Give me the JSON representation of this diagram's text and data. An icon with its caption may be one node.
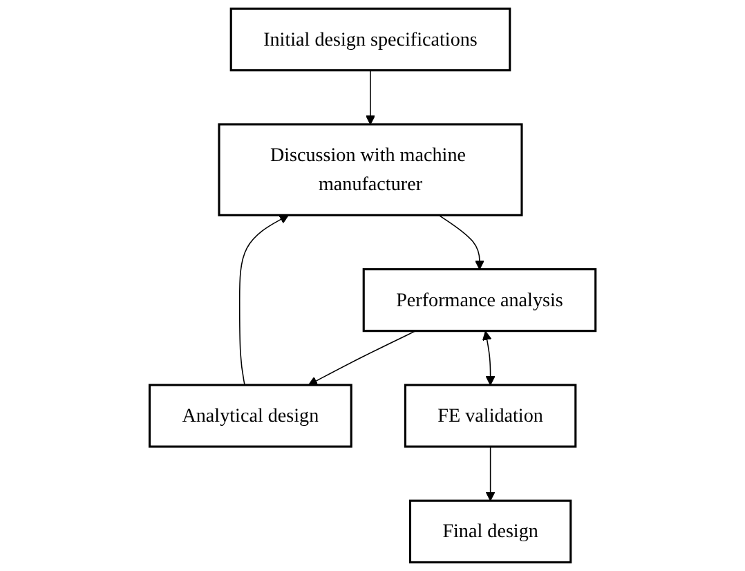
{
  "diagram": {
    "nodes": [
      {
        "text": [
          "Initial design specifications"
        ]
      },
      {
        "text": [
          "Analytical design"
        ]
      },
      {
        "text": [
          "Discussion with machine manufacturer"
        ]
      },
      {
        "text": [
          "Performance analysis"
        ]
      },
      {
        "text": [
          "FE validation"
        ]
      },
      {
        "text": [
          "Final design"
        ]
      }
    ],
    "edges": [
      {
        "from": 0,
        "to": 2,
        "arrow": "to"
      },
      {
        "from": 1,
        "to": 2,
        "arrow": "to"
      },
      {
        "from": 2,
        "to": 3,
        "arrow": "to"
      },
      {
        "from": 3,
        "to": 1,
        "arrow": "to"
      },
      {
        "from": 3,
        "to": 4,
        "arrow": "both"
      },
      {
        "from": 4,
        "to": 5,
        "arrow": "to"
      }
    ]
  }
}
